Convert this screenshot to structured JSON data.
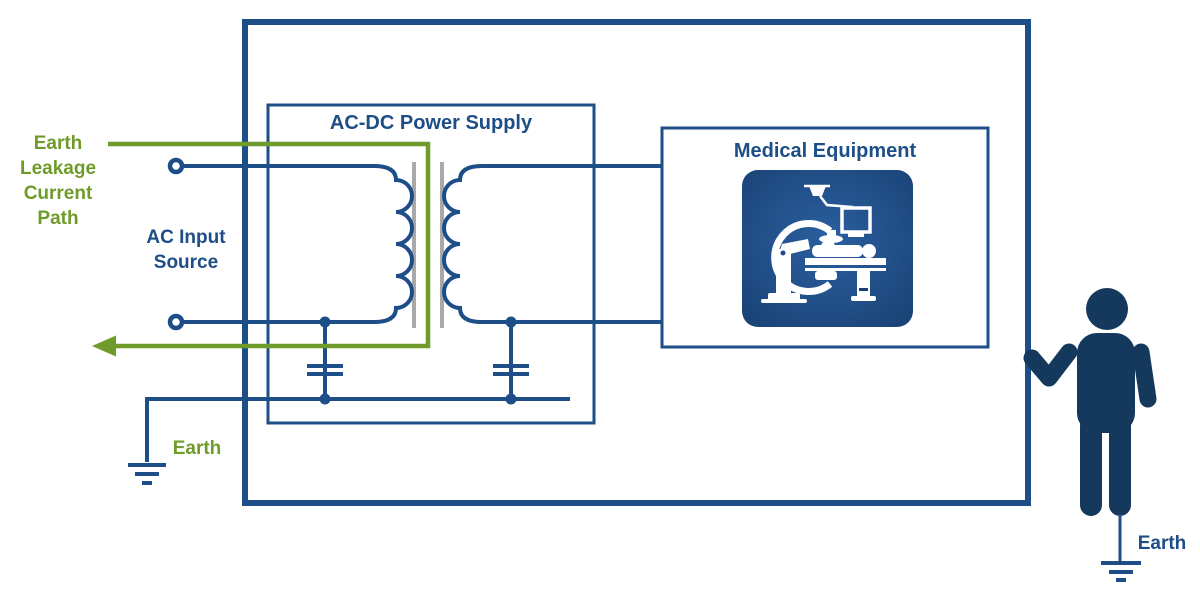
{
  "labels": {
    "acdc_title": "AC-DC Power Supply",
    "medical_title": "Medical Equipment",
    "earth_leakage_lines": [
      "Earth",
      "Leakage",
      "Current",
      "Path"
    ],
    "ac_input_lines": [
      "AC Input",
      "Source"
    ],
    "earth_left": "Earth",
    "earth_person": "Earth"
  },
  "colors": {
    "blue": "#1d4e87",
    "navy": "#14395d",
    "green": "#6e9b2a",
    "gray": "#a9a9a9",
    "icon_inner": "#2b5fa0",
    "icon_outer": "#173f70"
  }
}
